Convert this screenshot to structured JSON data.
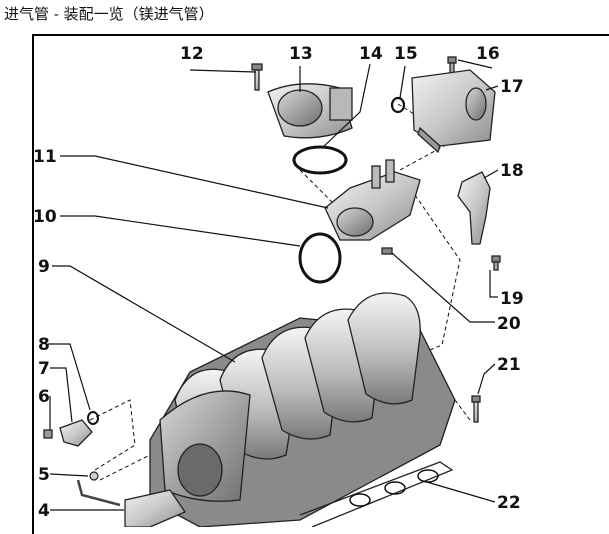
{
  "title": "进气管 - 装配一览（镁进气管）",
  "callouts": {
    "c4": "4",
    "c5": "5",
    "c6": "6",
    "c7": "7",
    "c8": "8",
    "c9": "9",
    "c10": "10",
    "c11": "11",
    "c12": "12",
    "c13": "13",
    "c14": "14",
    "c15": "15",
    "c16": "16",
    "c17": "17",
    "c18": "18",
    "c19": "19",
    "c20": "20",
    "c21": "21",
    "c22": "22"
  }
}
